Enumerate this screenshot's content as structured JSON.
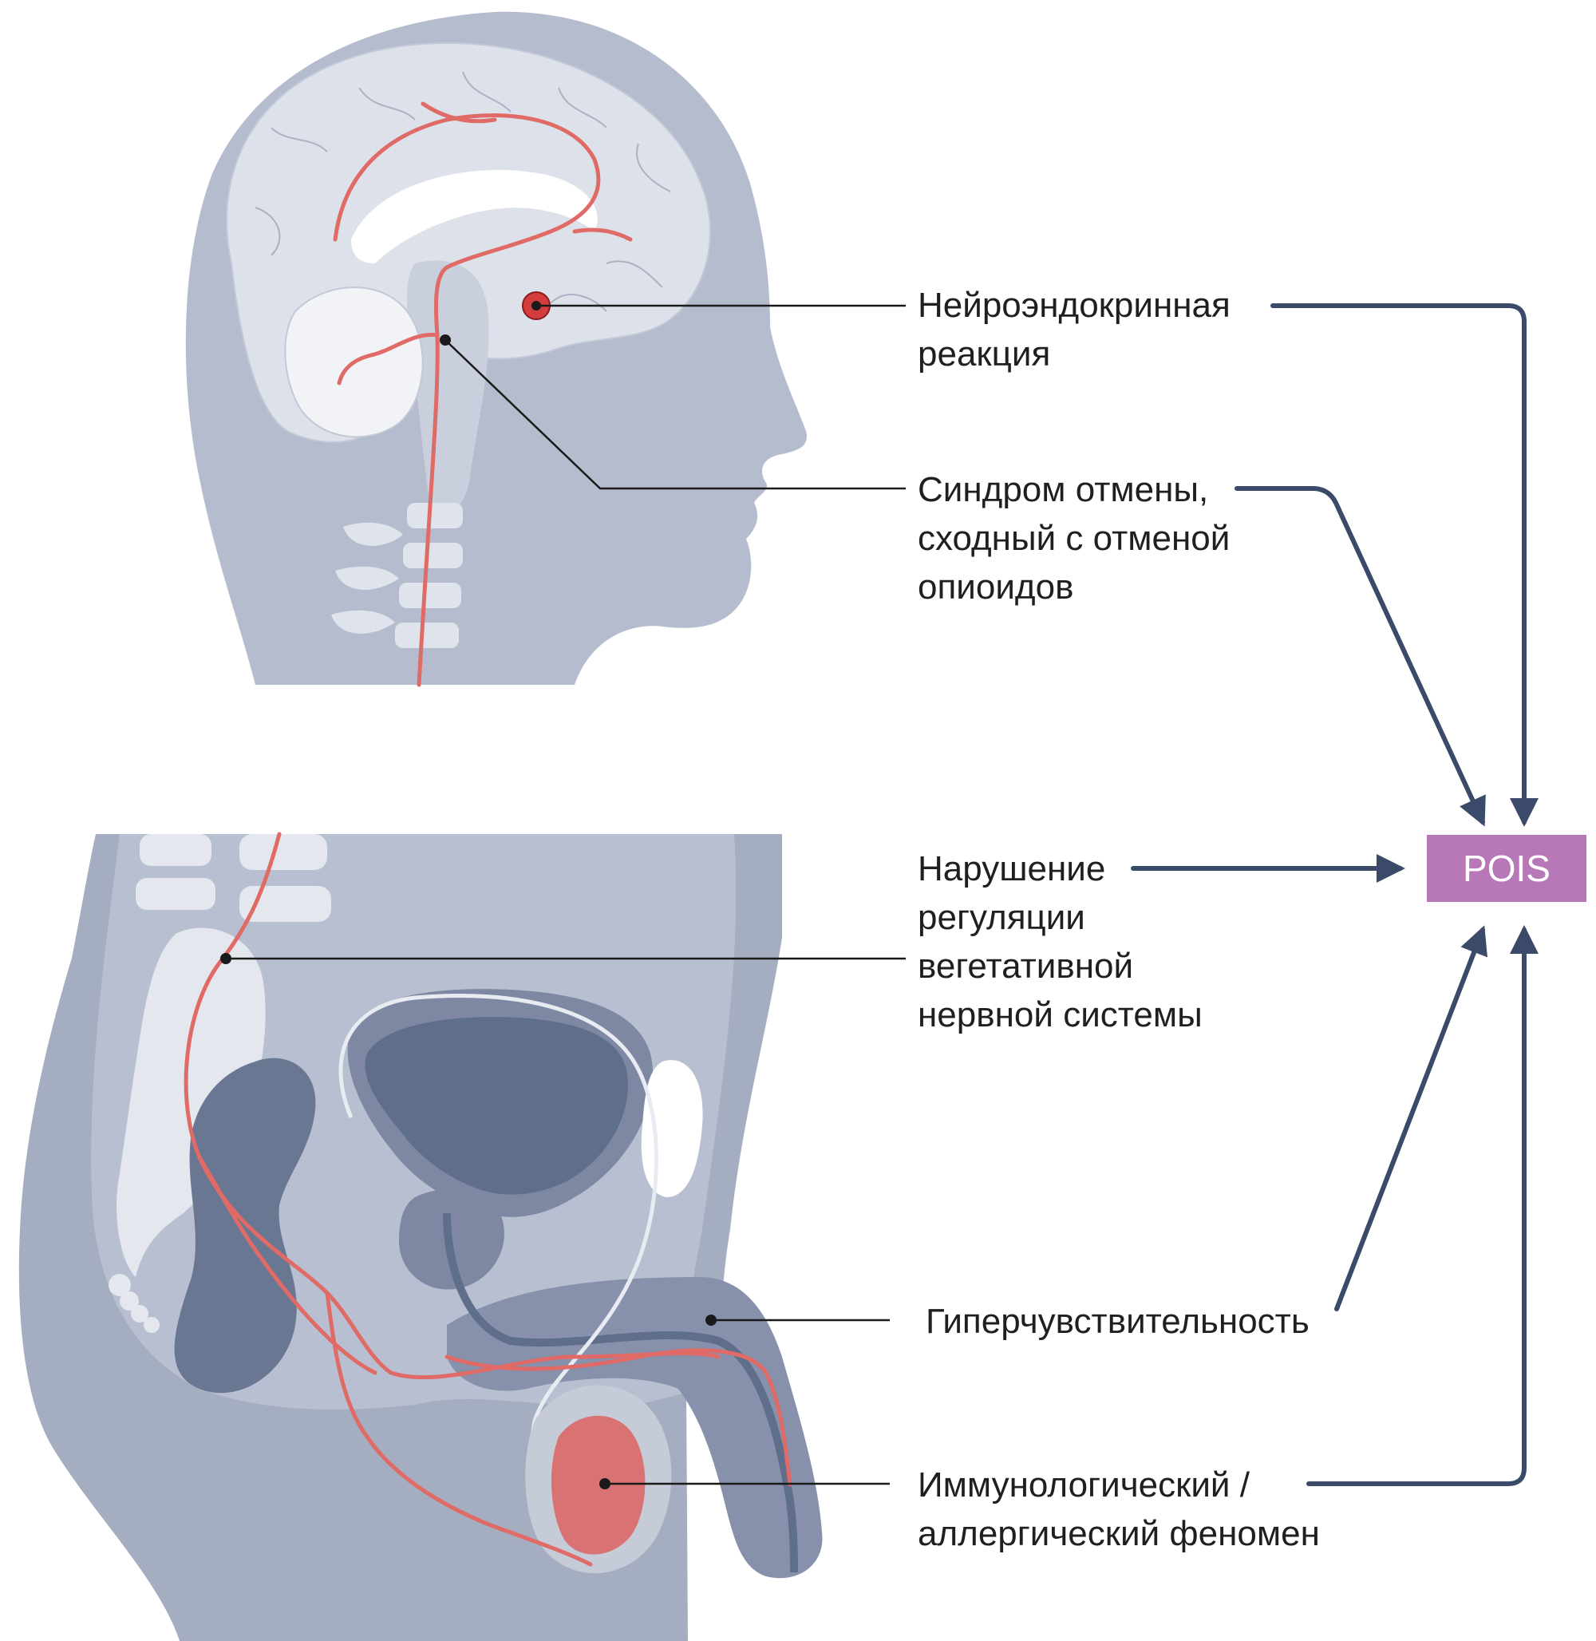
{
  "labels": {
    "neuroendocrine": [
      "Нейроэндокринная",
      "реакция"
    ],
    "withdrawal": [
      "Синдром отмены,",
      "сходный с отменой",
      "опиоидов"
    ],
    "autonomic": [
      "Нарушение",
      "регуляции",
      "вегетативной",
      "нервной системы"
    ],
    "hypersensitivity": [
      "Гиперчувствительность"
    ],
    "immunologic": [
      "Иммунологический /",
      "аллергический феномен"
    ]
  },
  "target": {
    "label": "POIS"
  },
  "colors": {
    "body": "#b4bccd",
    "tissue_light": "#dde1ea",
    "tissue_dark": "#5f6e8b",
    "tissue_mid": "#8891ab",
    "nerve": "#e06a66",
    "arrow": "#3b4a68",
    "pois_box": "#b878b8",
    "testis": "#d97273"
  },
  "icons": {
    "head": "head-brain-anatomy",
    "pelvis": "male-pelvis-anatomy"
  }
}
